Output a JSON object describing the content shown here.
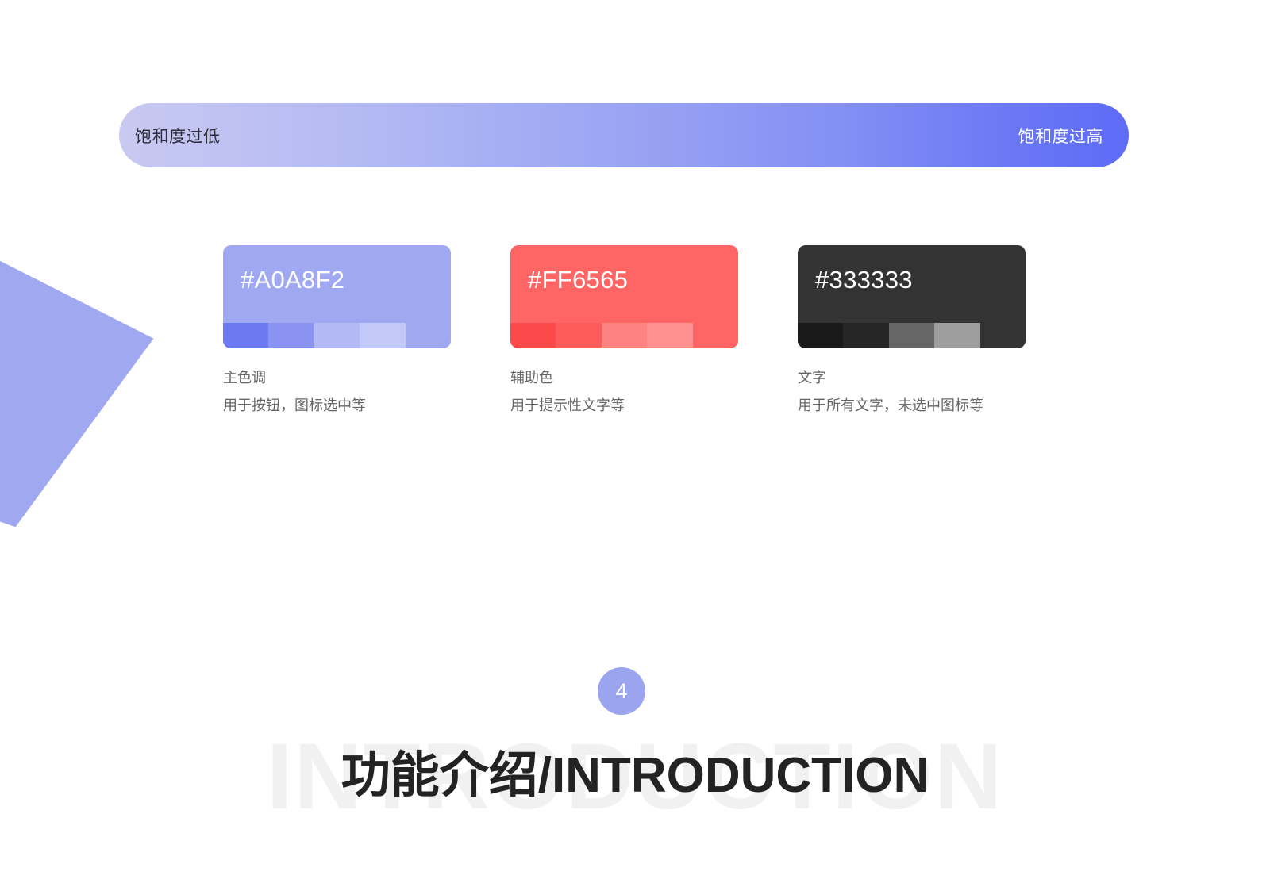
{
  "decor": {
    "quad_color": "#A0A8F2",
    "pin_color": "#9BA4EF"
  },
  "saturation_bar": {
    "low_label": "饱和度过低",
    "high_label": "饱和度过高",
    "marker_icon": "map-pin-icon",
    "marker_position_pct": 33,
    "gradient_start": "#C9C9F1",
    "gradient_end": "#5D6BF6"
  },
  "palette": {
    "swatches": [
      {
        "hex": "#A0A8F2",
        "title": "主色调",
        "desc": "用于按钮，图标选中等",
        "base": "#A0A8F2",
        "tints": [
          "#6B7BEF",
          "#8A94F0",
          "#B2B9F5",
          "#C2C8F7",
          "#A0A8F2"
        ]
      },
      {
        "hex": "#FF6565",
        "title": "辅助色",
        "desc": "用于提示性文字等",
        "base": "#FF6565",
        "tints": [
          "#FC4A4A",
          "#FE5C5C",
          "#FD8282",
          "#FE9090",
          "#FF6565"
        ]
      },
      {
        "hex": "#333333",
        "title": "文字",
        "desc": "用于所有文字，未选中图标等",
        "base": "#333333",
        "tints": [
          "#1A1A1A",
          "#262626",
          "#666666",
          "#9E9E9E",
          "#333333"
        ]
      }
    ]
  },
  "footer": {
    "page_number": "4",
    "watermark": "INTRODUCTION",
    "title": "功能介绍/INTRODUCTION"
  }
}
